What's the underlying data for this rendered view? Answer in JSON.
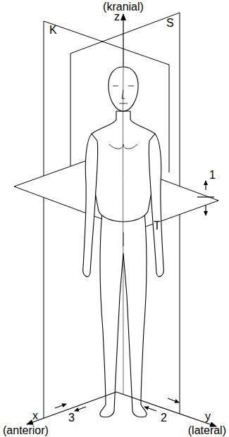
{
  "diagram": {
    "labels": [
      "(kranial)",
      "z",
      "K",
      "S",
      "1",
      "T",
      "2",
      "3",
      "x",
      "(anterior)",
      "y",
      "(lateral)"
    ]
  }
}
